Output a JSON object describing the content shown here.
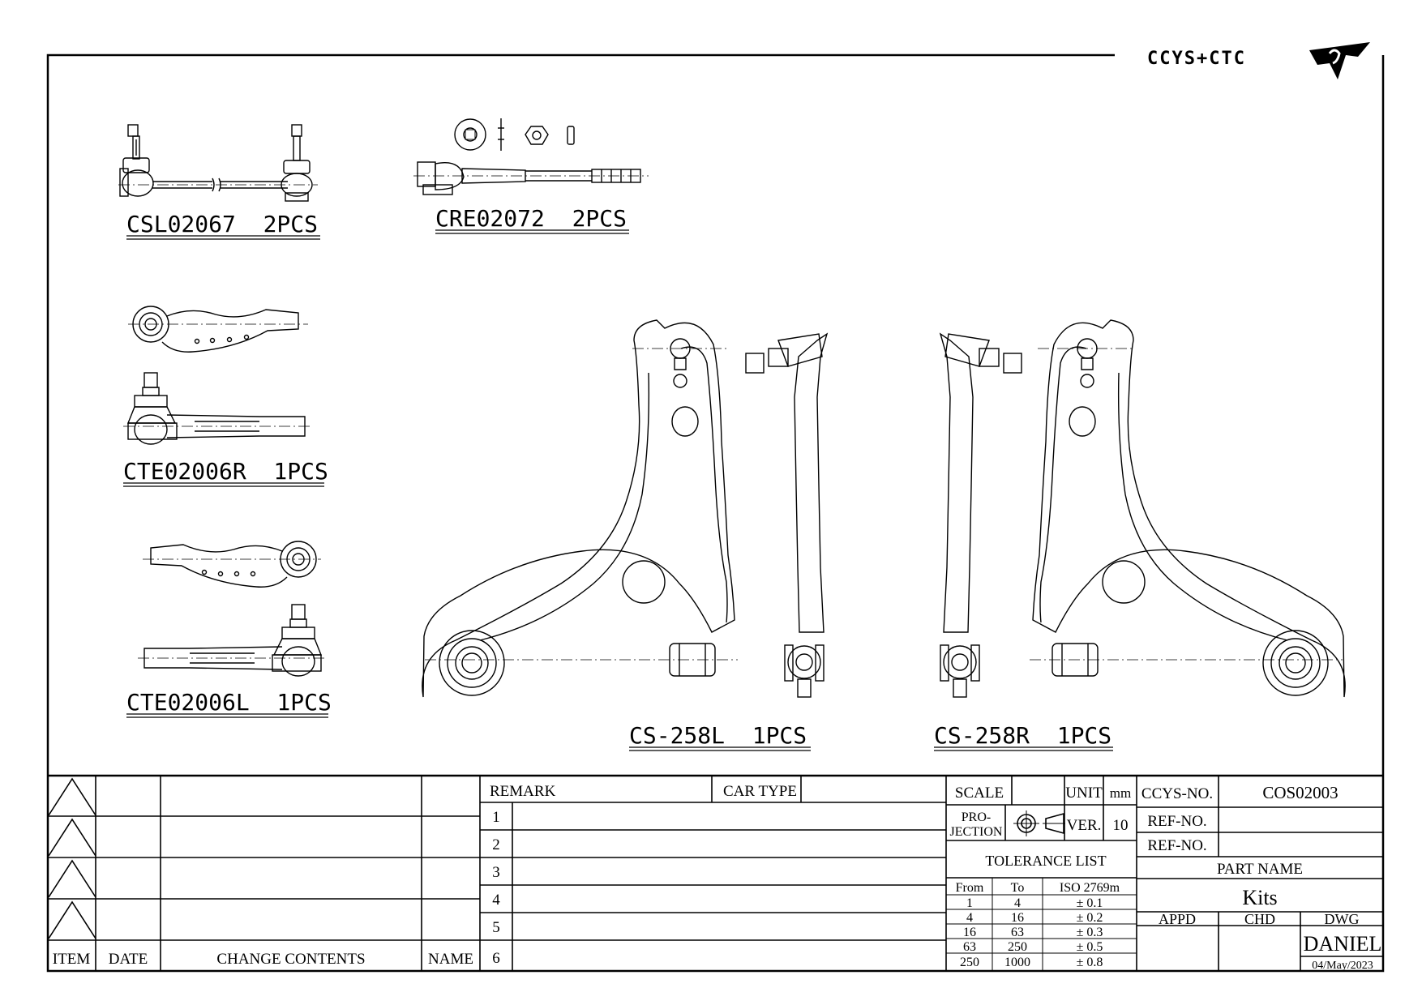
{
  "logo": {
    "text": "CCYS+CTC"
  },
  "parts": {
    "csl": "CSL02067  2PCS",
    "cre": "CRE02072  2PCS",
    "cter": "CTE02006R  1PCS",
    "ctel": "CTE02006L  1PCS",
    "csl_left": "CS-258L  1PCS",
    "csl_right": "CS-258R  1PCS"
  },
  "revision": {
    "headers": {
      "item": "ITEM",
      "date": "DATE",
      "change": "CHANGE CONTENTS",
      "name": "NAME"
    }
  },
  "remarks": {
    "remark_label": "REMARK",
    "car_type_label": "CAR TYPE",
    "car_type_value": "",
    "rows": [
      "1",
      "2",
      "3",
      "4",
      "5",
      "6"
    ]
  },
  "spec": {
    "scale_label": "SCALE",
    "scale_value": "",
    "unit_label": "UNIT",
    "unit_value": "mm",
    "projection_label_1": "PRO-",
    "projection_label_2": "JECTION",
    "ver_label": "VER.",
    "ver_value": "10",
    "tolerance_title": "TOLERANCE LIST",
    "tol_headers": [
      "From",
      "To",
      "ISO 2769m"
    ],
    "tol_rows": [
      [
        "1",
        "4",
        "± 0.1"
      ],
      [
        "4",
        "16",
        "± 0.2"
      ],
      [
        "16",
        "63",
        "± 0.3"
      ],
      [
        "63",
        "250",
        "± 0.5"
      ],
      [
        "250",
        "1000",
        "± 0.8"
      ]
    ]
  },
  "title_block": {
    "ccys_no_label": "CCYS-NO.",
    "ccys_no_value": "COS02003",
    "ref_no_label_1": "REF-NO.",
    "ref_no_label_2": "REF-NO.",
    "part_name_label": "PART NAME",
    "part_name_value": "Kits",
    "appd": "APPD",
    "chd": "CHD",
    "dwg": "DWG",
    "drawn_by": "DANIEL",
    "date": "04/May/2023"
  }
}
